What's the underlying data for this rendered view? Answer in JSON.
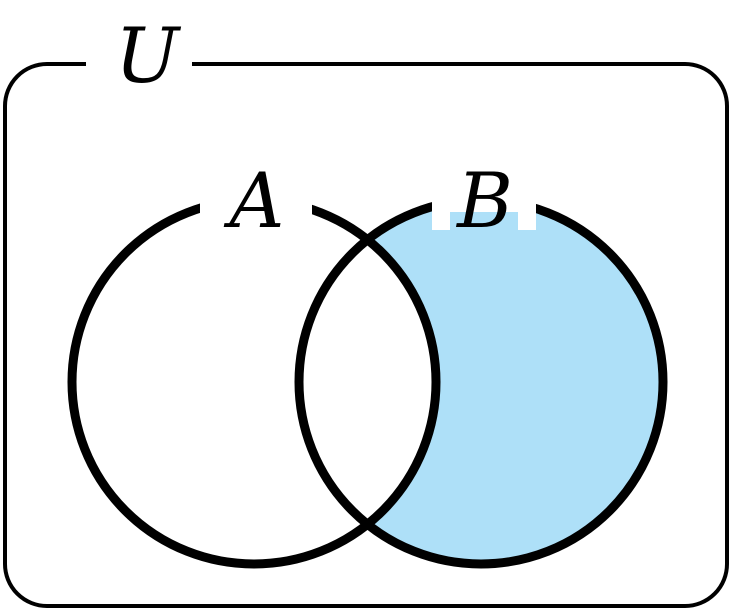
{
  "diagram": {
    "type": "venn",
    "universe_label": "U",
    "sets": [
      {
        "label": "A",
        "shaded": false
      },
      {
        "label": "B",
        "shaded": true
      }
    ],
    "shaded_region": "B minus A",
    "shade_color": "#aee0f8",
    "line_color": "#000000"
  }
}
